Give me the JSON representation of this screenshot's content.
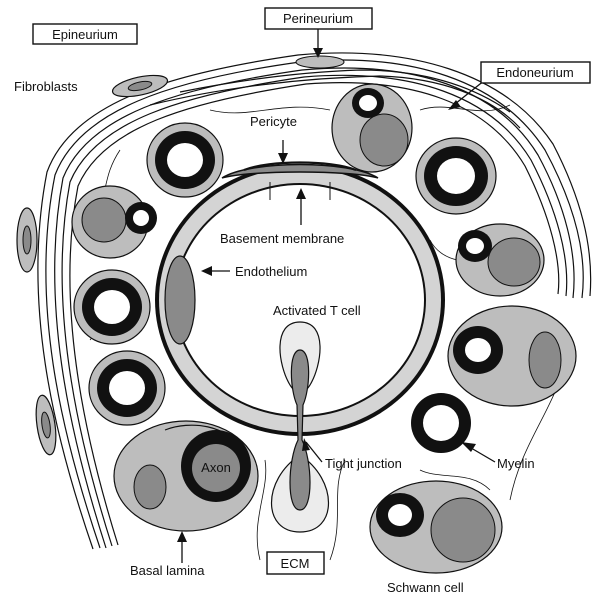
{
  "labels": {
    "epineurium": "Epineurium",
    "perineurium": "Perineurium",
    "endoneurium": "Endoneurium",
    "fibroblasts": "Fibroblasts",
    "pericyte": "Pericyte",
    "basement_membrane": "Basement membrane",
    "endothelium": "Endothelium",
    "activated_t_cell": "Activated T cell",
    "tight_junction": "Tight junction",
    "myelin": "Myelin",
    "axon": "Axon",
    "basal_lamina": "Basal lamina",
    "ecm": "ECM",
    "schwann_cell": "Schwann cell"
  },
  "colors": {
    "cell_fill": "#bdbdbd",
    "nucleus_fill": "#8a8a8a",
    "vessel_wall": "#d4d4d4",
    "myelin": "#111111",
    "t_cell_halo": "#ececec"
  }
}
